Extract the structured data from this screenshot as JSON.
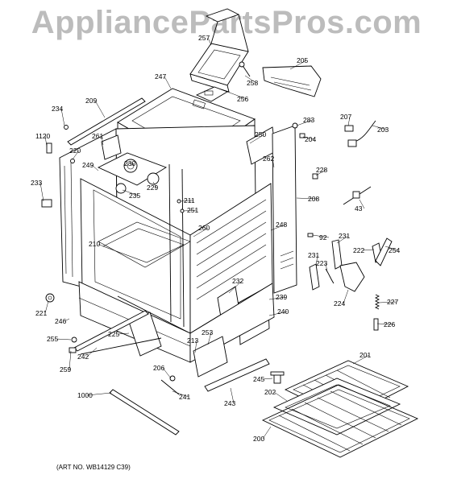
{
  "watermark": "AppliancePartsPros.com",
  "art_number": "(ART NO. WB14129 C39)",
  "part_labels": [
    {
      "id": "257",
      "text": "257"
    },
    {
      "id": "205",
      "text": "205"
    },
    {
      "id": "247",
      "text": "247"
    },
    {
      "id": "258",
      "text": "258"
    },
    {
      "id": "209",
      "text": "209"
    },
    {
      "id": "256",
      "text": "256"
    },
    {
      "id": "234",
      "text": "234"
    },
    {
      "id": "283",
      "text": "283"
    },
    {
      "id": "207",
      "text": "207"
    },
    {
      "id": "203",
      "text": "203"
    },
    {
      "id": "1120",
      "text": "1120"
    },
    {
      "id": "250",
      "text": "250"
    },
    {
      "id": "204",
      "text": "204"
    },
    {
      "id": "261",
      "text": "261"
    },
    {
      "id": "220",
      "text": "220"
    },
    {
      "id": "230",
      "text": "230"
    },
    {
      "id": "262",
      "text": "262"
    },
    {
      "id": "249",
      "text": "249"
    },
    {
      "id": "228",
      "text": "228"
    },
    {
      "id": "233",
      "text": "233"
    },
    {
      "id": "229",
      "text": "229"
    },
    {
      "id": "235",
      "text": "235"
    },
    {
      "id": "211",
      "text": "211"
    },
    {
      "id": "208",
      "text": "208"
    },
    {
      "id": "251",
      "text": "251"
    },
    {
      "id": "43",
      "text": "43"
    },
    {
      "id": "260",
      "text": "260"
    },
    {
      "id": "248",
      "text": "248"
    },
    {
      "id": "92",
      "text": "92"
    },
    {
      "id": "231a",
      "text": "231"
    },
    {
      "id": "210",
      "text": "210"
    },
    {
      "id": "222",
      "text": "222"
    },
    {
      "id": "254",
      "text": "254"
    },
    {
      "id": "231b",
      "text": "231"
    },
    {
      "id": "223",
      "text": "223"
    },
    {
      "id": "232",
      "text": "232"
    },
    {
      "id": "239",
      "text": "239"
    },
    {
      "id": "224",
      "text": "224"
    },
    {
      "id": "221",
      "text": "221"
    },
    {
      "id": "240",
      "text": "240"
    },
    {
      "id": "227",
      "text": "227"
    },
    {
      "id": "246",
      "text": "246"
    },
    {
      "id": "225",
      "text": "225"
    },
    {
      "id": "253",
      "text": "253"
    },
    {
      "id": "226",
      "text": "226"
    },
    {
      "id": "255",
      "text": "255"
    },
    {
      "id": "213",
      "text": "213"
    },
    {
      "id": "201",
      "text": "201"
    },
    {
      "id": "242",
      "text": "242"
    },
    {
      "id": "259",
      "text": "259"
    },
    {
      "id": "206",
      "text": "206"
    },
    {
      "id": "245",
      "text": "245"
    },
    {
      "id": "202",
      "text": "202"
    },
    {
      "id": "1000",
      "text": "1000"
    },
    {
      "id": "241",
      "text": "241"
    },
    {
      "id": "243",
      "text": "243"
    },
    {
      "id": "200",
      "text": "200"
    }
  ]
}
